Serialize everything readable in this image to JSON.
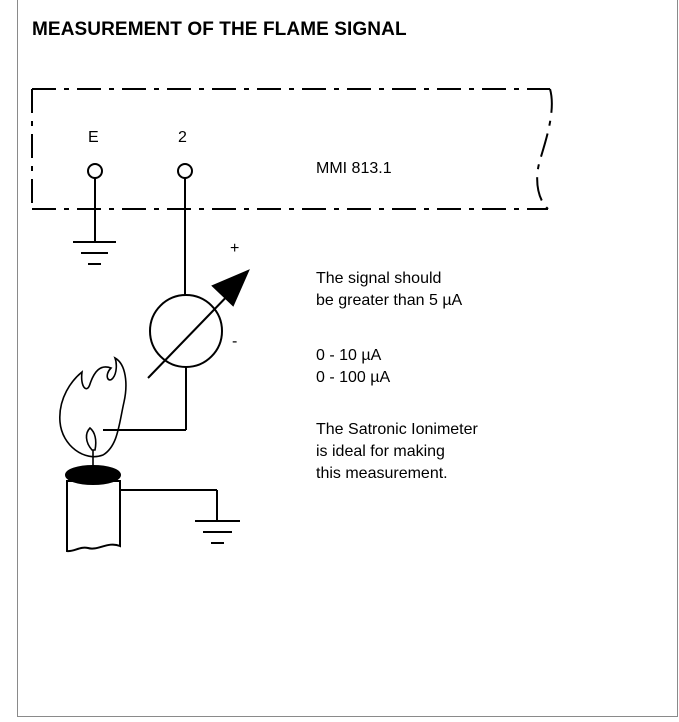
{
  "title": "MEASUREMENT OF THE FLAME SIGNAL",
  "terminals": {
    "earth": "E",
    "signal": "2"
  },
  "device": "MMI 813.1",
  "meter": {
    "plus": "+",
    "minus": "-"
  },
  "notes": {
    "signal_line1": "The signal should",
    "signal_line2": "be greater than 5 µA",
    "range1": "0 - 10 µA",
    "range2": "0 - 100 µA",
    "ionimeter_line1": "The Satronic Ionimeter",
    "ionimeter_line2": "is ideal for making",
    "ionimeter_line3": "this measurement."
  }
}
